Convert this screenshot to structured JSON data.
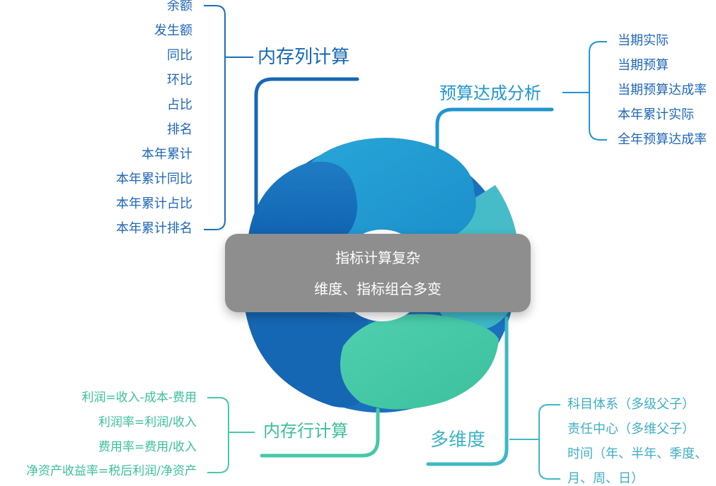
{
  "center": {
    "line1": "指标计算复杂",
    "line2": "维度、指标组合多变"
  },
  "branches": {
    "column_calc": {
      "title": "内存列计算",
      "items": [
        "余额",
        "发生额",
        "同比",
        "环比",
        "占比",
        "排名",
        "本年累计",
        "本年累计同比",
        "本年累计占比",
        "本年累计排名"
      ]
    },
    "budget": {
      "title": "预算达成分析",
      "items": [
        "当期实际",
        "当期预算",
        "当期预算达成率",
        "本年累计实际",
        "全年预算达成率"
      ]
    },
    "row_calc": {
      "title": "内存行计算",
      "items": [
        "利润=收入-成本-费用",
        "利润率=利润/收入",
        "费用率=费用/收入",
        "净资产收益率=税后利润/净资产"
      ]
    },
    "dimension": {
      "title": "多维度",
      "items": [
        "科目体系（多级父子）",
        "责任中心（多维父子）",
        "时间（年、半年、季度、",
        "月、周、日）"
      ]
    }
  },
  "colors": {
    "dark_blue": "#1a6fba",
    "mid_blue": "#2196cf",
    "teal": "#3ebdc4",
    "green": "#45c9a6",
    "gray_box": "#8e8e8e"
  }
}
